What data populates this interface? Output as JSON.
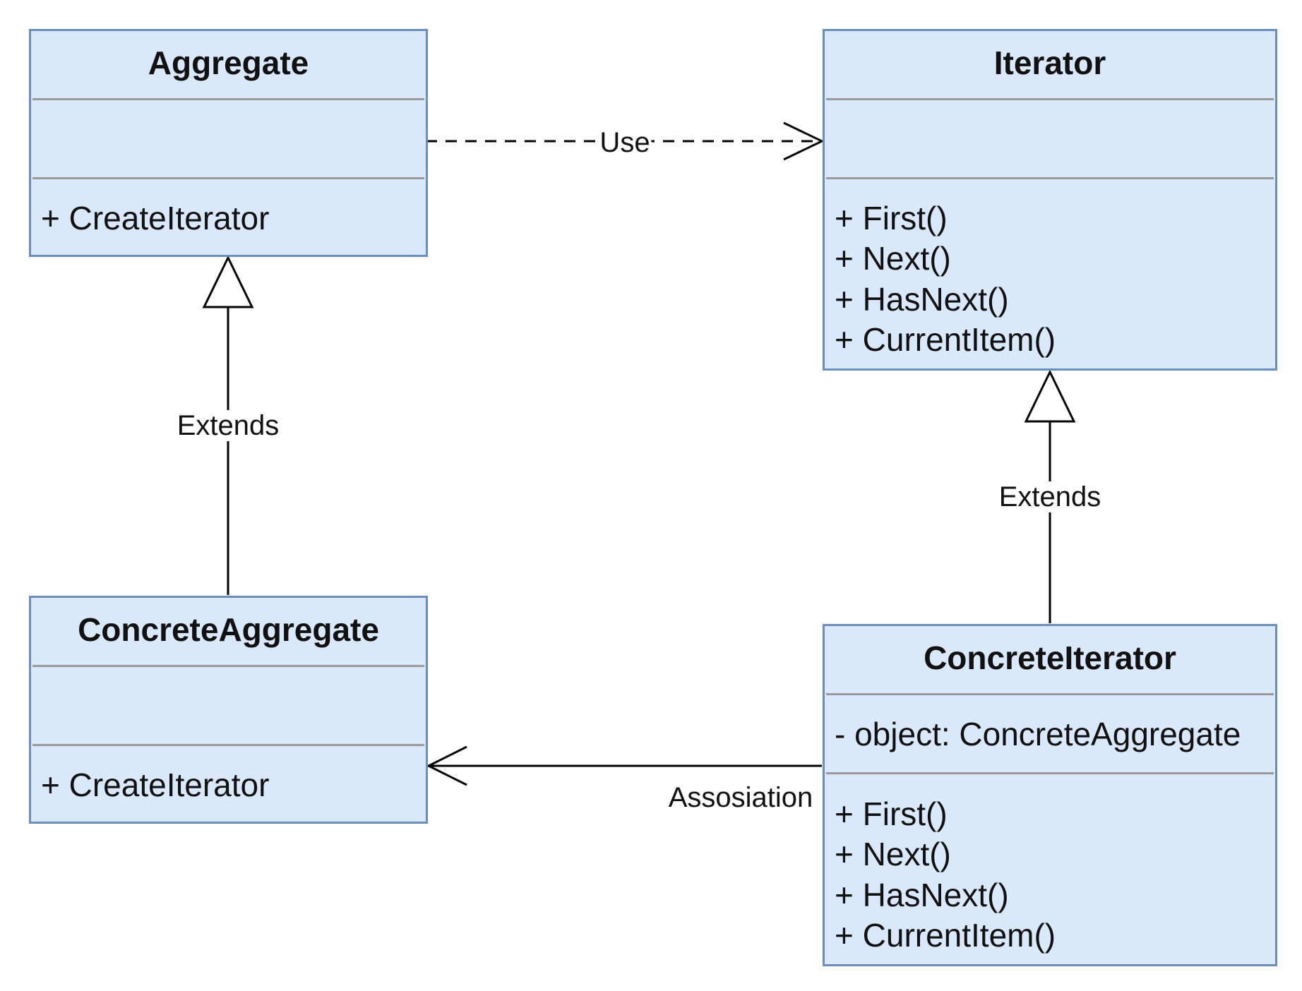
{
  "classes": {
    "aggregate": {
      "name": "Aggregate",
      "attributes": [],
      "methods": [
        "+ CreateIterator"
      ]
    },
    "iterator": {
      "name": "Iterator",
      "attributes": [],
      "methods": [
        "+ First()",
        "+ Next()",
        "+ HasNext()",
        "+ CurrentItem()"
      ]
    },
    "concrete_aggregate": {
      "name": "ConcreteAggregate",
      "attributes": [],
      "methods": [
        "+ CreateIterator"
      ]
    },
    "concrete_iterator": {
      "name": "ConcreteIterator",
      "attributes": [
        "- object: ConcreteAggregate"
      ],
      "methods": [
        "+ First()",
        "+ Next()",
        "+ HasNext()",
        "+ CurrentItem()"
      ]
    }
  },
  "relations": {
    "use": {
      "label": "Use",
      "from": "Aggregate",
      "to": "Iterator",
      "kind": "dependency"
    },
    "extends_aggregate": {
      "label": "Extends",
      "from": "ConcreteAggregate",
      "to": "Aggregate",
      "kind": "generalization"
    },
    "extends_iterator": {
      "label": "Extends",
      "from": "ConcreteIterator",
      "to": "Iterator",
      "kind": "generalization"
    },
    "association": {
      "label": "Assosiation",
      "from": "ConcreteIterator",
      "to": "ConcreteAggregate",
      "kind": "association"
    }
  },
  "colors": {
    "class_fill": "#dae8fc",
    "class_border": "#6c8ebf",
    "separator": "#9a9a9a",
    "edge": "#000000"
  }
}
